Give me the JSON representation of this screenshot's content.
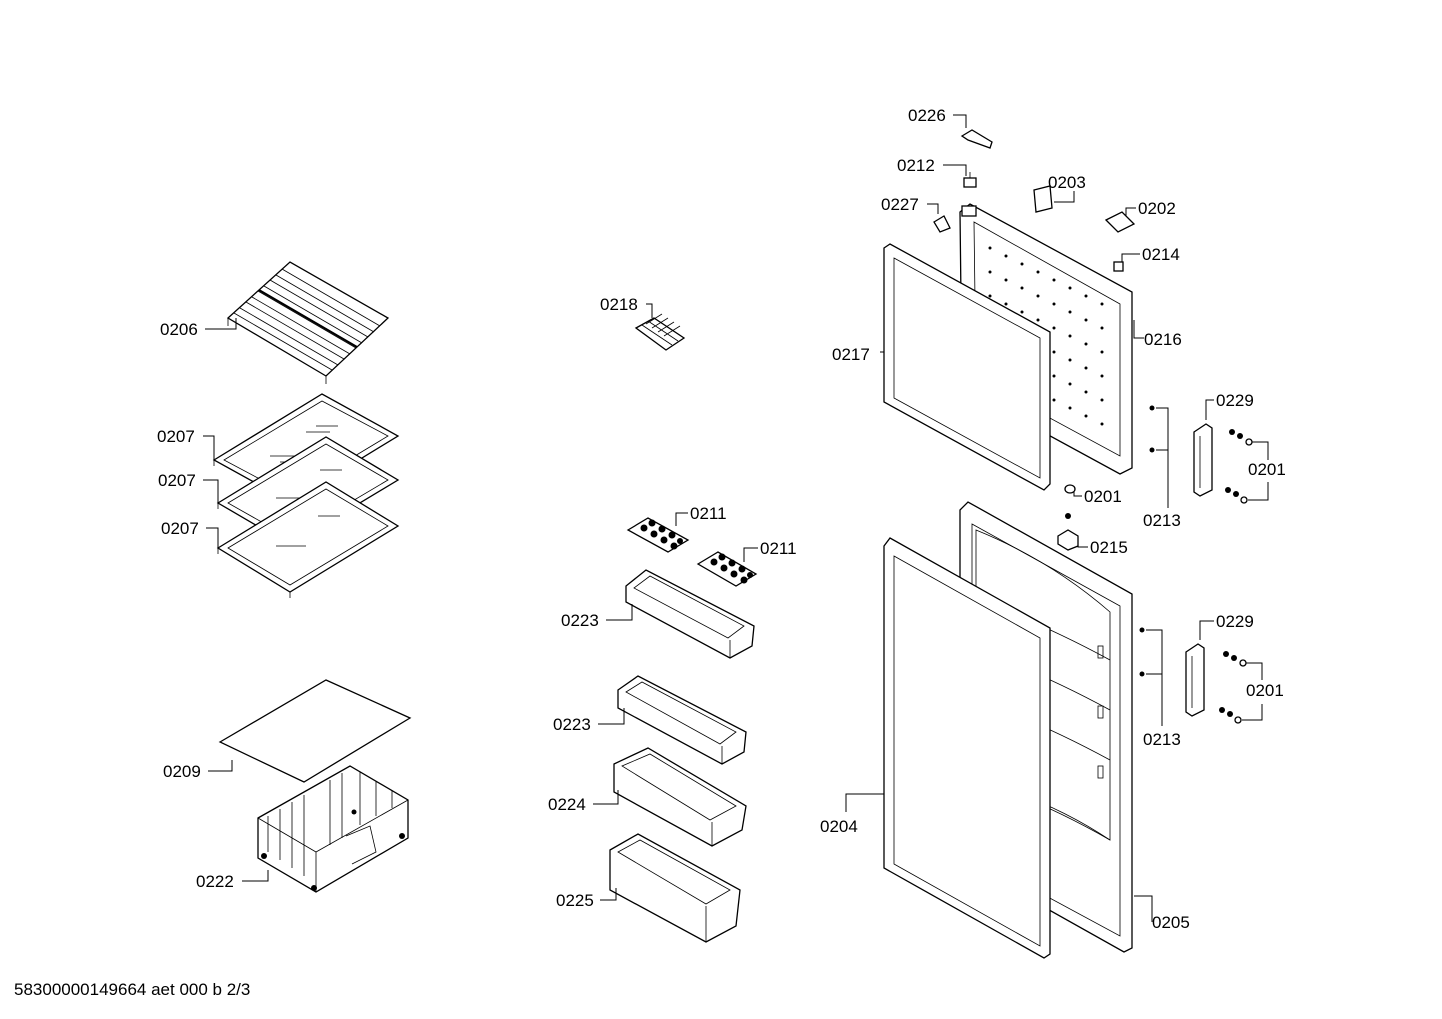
{
  "footer": {
    "document_id": "58300000149664 aet 000 b 2/3"
  },
  "labels": {
    "p0206": "0206",
    "p0207a": "0207",
    "p0207b": "0207",
    "p0207c": "0207",
    "p0209": "0209",
    "p0222": "0222",
    "p0218": "0218",
    "p0211a": "0211",
    "p0211b": "0211",
    "p0223a": "0223",
    "p0223b": "0223",
    "p0224": "0224",
    "p0225": "0225",
    "p0226": "0226",
    "p0212": "0212",
    "p0227": "0227",
    "p0203": "0203",
    "p0202": "0202",
    "p0214": "0214",
    "p0217": "0217",
    "p0216": "0216",
    "p0229a": "0229",
    "p0201a": "0201",
    "p0201b": "0201",
    "p0213a": "0213",
    "p0215": "0215",
    "p0229b": "0229",
    "p0201c": "0201",
    "p0213b": "0213",
    "p0204": "0204",
    "p0205": "0205"
  }
}
